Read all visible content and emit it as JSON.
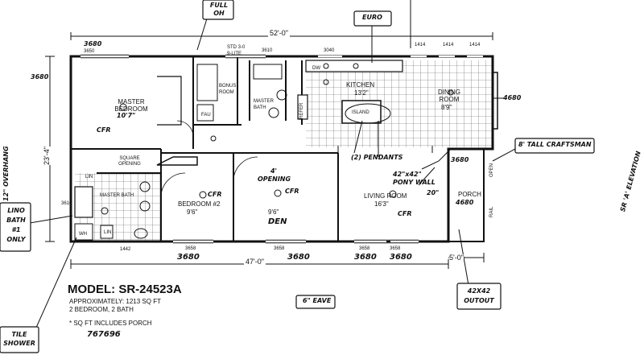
{
  "model": {
    "name": "MODEL: SR-24523A",
    "sqft": "APPROXIMATELY: 1213 SQ FT",
    "rooms": "2 BEDROOM, 2 BATH",
    "note": "* SQ FT INCLUDES PORCH",
    "code": "767696"
  },
  "dimensions": {
    "overall_top": "52'-0\"",
    "overall_bottom": "47'-0\"",
    "depth": "23'-4\"",
    "porch_width": "5'-0\"",
    "top_window_left": "3680",
    "top_window_left_sub": "3650",
    "bath_window": "3610",
    "kitchen_window": "3040",
    "dining_windows": [
      "1414",
      "1414",
      "1414"
    ],
    "left_window": "3680",
    "right_window": "4680",
    "porch_window": "4680",
    "bottom_windows": [
      "3680",
      "3680",
      "3680",
      "3680"
    ],
    "bottom_sub": [
      "3658",
      "3658",
      "3658",
      "3658"
    ],
    "lower_bath_window": "3610",
    "bath_small": "1442",
    "porch_top_window": "3680"
  },
  "rooms": {
    "master_bedroom": "MASTER BEDROOM",
    "master_bedroom_size": "10'7\"",
    "bonus_room": "BONUS ROOM",
    "master_bath_upper": "MASTER BATH",
    "kitchen": "KITCHEN",
    "kitchen_size": "13'2\"",
    "dining": "DINING ROOM",
    "dining_size": "8'9\"",
    "master_bath_lower": "MASTER BATH",
    "bedroom2": "BEDROOM #2",
    "bedroom2_size": "9'6\"",
    "den": "DEN",
    "den_size": "9'6\"",
    "living": "LIVING ROOM",
    "living_size": "16'3\"",
    "porch": "PORCH"
  },
  "fixtures": {
    "std_door": "STD 3-0",
    "std_door_sub": "9-LITE",
    "refer": "REFER",
    "dw": "DW",
    "lin_upper": "LIN",
    "lin_lower": "LIN",
    "wh": "WH",
    "fau": "FAU",
    "square_opening": "SQUARE OPENING",
    "opening": "4' OPENING",
    "island": "ISLAND",
    "open": "OPEN",
    "rail": "RAIL"
  },
  "annotations": {
    "full_oh": "FULL OH",
    "euro": "EURO",
    "pendants": "(2) PENDANTS",
    "pony_wall": "42\"x42\" PONY WALL",
    "pony_height": "20\"",
    "craftsman": "8' TALL CRAFTSMAN",
    "elevation": "SR 'A' ELEVATION",
    "overhang": "12\" OVERHANG",
    "lino": "LINO BATH #1 ONLY",
    "tile": "TILE SHOWER",
    "eave": "6\" EAVE",
    "outout": "42X42 OUTOUT",
    "cfr": "CFR"
  }
}
